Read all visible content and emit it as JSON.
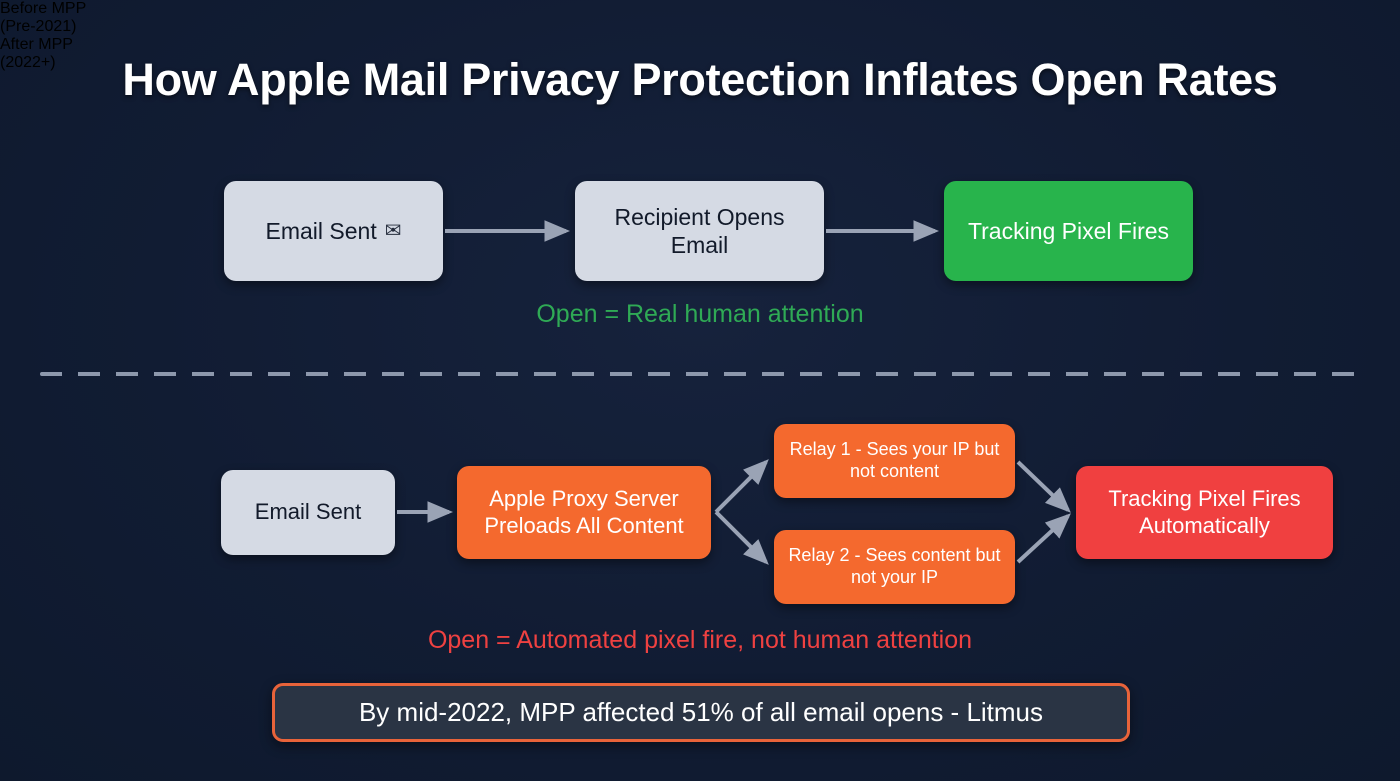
{
  "page": {
    "title": "How Apple Mail Privacy Protection Inflates Open Rates",
    "background_color": "#111c33"
  },
  "colors": {
    "background": "#111c33",
    "title_text": "#ffffff",
    "side_label": "#94a0b4",
    "light_box": "#d5dae4",
    "light_box_text": "#121a2a",
    "green": "#28b44c",
    "orange": "#f4692e",
    "red": "#f04040",
    "arrow": "#9aa3b5",
    "divider": "#8d98ac",
    "caption_green": "#2faa55",
    "caption_red": "#ef4141",
    "callout_fill": "#2a3444",
    "callout_border": "#e8633a"
  },
  "before_row": {
    "side_label_line1": "Before MPP",
    "side_label_line2": "(Pre-2021)",
    "nodes": [
      {
        "id": "email-sent-1",
        "label": "Email Sent",
        "icon": "envelope-icon",
        "icon_glyph": "✉",
        "style": "light"
      },
      {
        "id": "recipient-opens",
        "label": "Recipient Opens Email",
        "style": "light"
      },
      {
        "id": "pixel-fires-1",
        "label": "Tracking Pixel Fires",
        "style": "green"
      }
    ],
    "caption": "Open = Real human attention"
  },
  "after_row": {
    "side_label_line1": "After MPP",
    "side_label_line2": "(2022+)",
    "nodes": [
      {
        "id": "email-sent-2",
        "label": "Email Sent",
        "style": "light"
      },
      {
        "id": "proxy",
        "label": "Apple Proxy Server Preloads All Content",
        "style": "orange"
      },
      {
        "id": "relay-1",
        "label": "Relay 1 - Sees your IP but not content",
        "style": "orange"
      },
      {
        "id": "relay-2",
        "label": "Relay 2 - Sees content but not your IP",
        "style": "orange"
      },
      {
        "id": "pixel-fires-2",
        "label": "Tracking Pixel Fires Automatically",
        "style": "red"
      }
    ],
    "caption": "Open = Automated pixel fire, not human attention"
  },
  "callout": {
    "text": "By mid-2022, MPP affected 51% of all email opens - Litmus",
    "stat_percent": "51%",
    "source": "Litmus"
  }
}
